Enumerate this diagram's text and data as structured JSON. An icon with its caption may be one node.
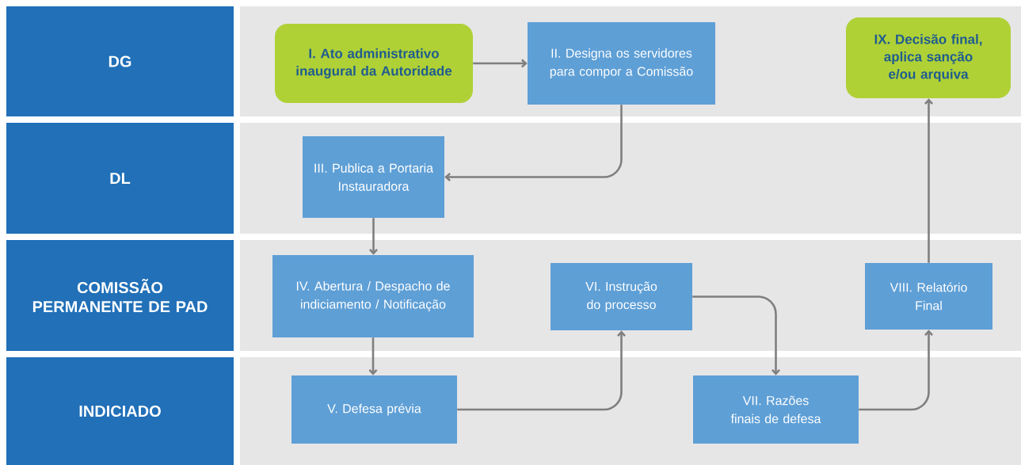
{
  "diagram": {
    "nodes": [
      {
        "text": [
          "DG"
        ]
      },
      {
        "text": [
          "DL"
        ]
      },
      {
        "text": [
          "COMISSÃO PERMANENTE DE PAD"
        ]
      },
      {
        "text": [
          "INDICIADO"
        ]
      },
      {
        "text": [
          "I. Ato administrativo inaugural da Autoridade"
        ]
      },
      {
        "text": [
          "II. Designa os servidores para compor a Comissão"
        ]
      },
      {
        "text": [
          "IX. Decisão final, aplica sanção e/ou arquiva"
        ]
      },
      {
        "text": [
          "III. Publica a Portaria Instauradora"
        ]
      },
      {
        "text": [
          "IV. Abertura / Despacho de indiciamento / Notificação"
        ]
      },
      {
        "text": [
          "VI. Instrução do processo"
        ]
      },
      {
        "text": [
          "VIII. Relatório Final"
        ]
      },
      {
        "text": [
          "V. Defesa prévia"
        ]
      },
      {
        "text": [
          "VII. Razões finais de defesa"
        ]
      }
    ],
    "edges": [
      {
        "from": 4,
        "to": 5,
        "arrow": "to"
      },
      {
        "from": 5,
        "to": 7,
        "arrow": "to"
      },
      {
        "from": 7,
        "to": 8,
        "arrow": "to"
      },
      {
        "from": 8,
        "to": 11,
        "arrow": "to"
      },
      {
        "from": 11,
        "to": 9,
        "arrow": "to"
      },
      {
        "from": 9,
        "to": 12,
        "arrow": "to"
      },
      {
        "from": 12,
        "to": 10,
        "arrow": "to"
      },
      {
        "from": 10,
        "to": 6,
        "arrow": "to"
      }
    ]
  }
}
